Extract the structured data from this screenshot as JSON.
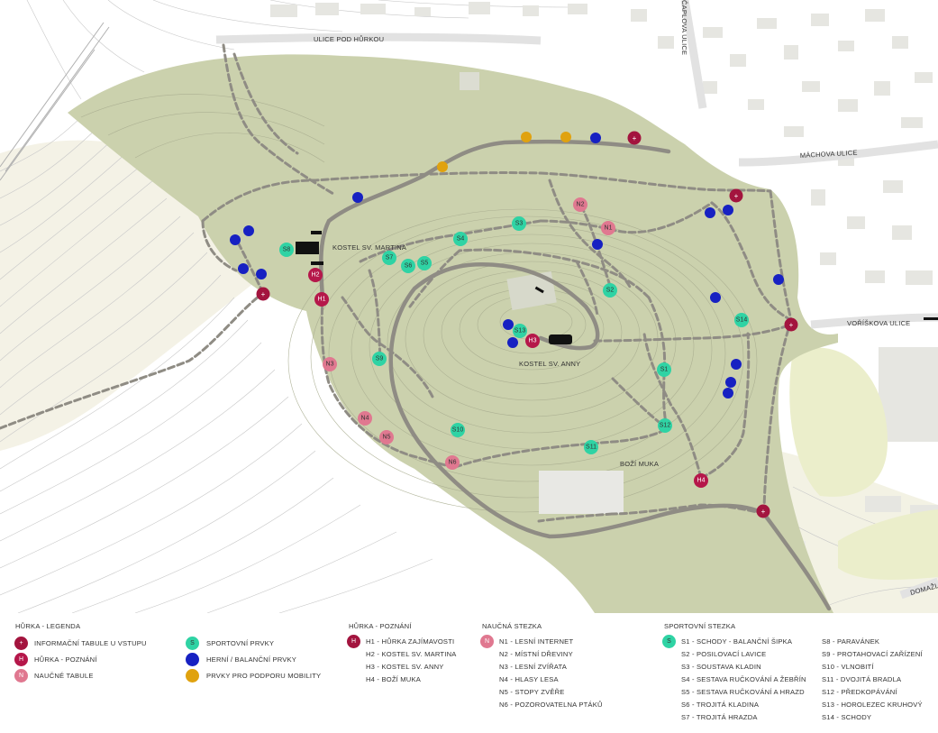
{
  "map": {
    "street_labels": {
      "ulice_pod_hurkou": "ULICE POD HŮRKOU",
      "aplova": "ČAPLOVA ULICE",
      "machova": "MÁCHOVA ULICE",
      "voriskova": "VOŘÍŠKOVA ULICE",
      "domazlicka": "DOMAŽL"
    },
    "place_labels": {
      "kostel_martina": "KOSTEL SV. MARTINA",
      "kostel_anny": "KOSTEL SV. ANNY",
      "bozi_muka": "BOŽÍ MUKA"
    },
    "colors": {
      "info": "#a3143e",
      "hurka": "#b5174a",
      "naucne": "#e07890",
      "sport": "#2fd3a4",
      "herni": "#1721c2",
      "mobility": "#e0a20f",
      "park": "#cbd1ad",
      "path": "#8f8c84"
    },
    "markers": {
      "hurka": [
        "H1",
        "H2",
        "H3",
        "H4"
      ],
      "naucne": [
        "N1",
        "N2",
        "N3",
        "N4",
        "N5",
        "N6"
      ],
      "sport": [
        "S1",
        "S2",
        "S3",
        "S4",
        "S5",
        "S6",
        "S7",
        "S8",
        "S9",
        "S10",
        "S11",
        "S12",
        "S13",
        "S14"
      ]
    }
  },
  "legend": {
    "hurka_legend": {
      "title": "HŮRKA - LEGENDA",
      "items": [
        "INFORMAČNÍ TABULE U VSTUPU",
        "HŮRKA - POZNÁNÍ",
        "NAUČNÉ TABULE"
      ],
      "marker_letters": [
        "H",
        "N"
      ]
    },
    "prvky": {
      "items": [
        "SPORTOVNÍ PRVKY",
        "HERNÍ / BALANČNÍ PRVKY",
        "PRVKY PRO PODPORU MOBILITY"
      ],
      "marker_letter": "S"
    },
    "hurka_poznani": {
      "title": "HŮRKA - POZNÁNÍ",
      "marker_letter": "H",
      "items": [
        "H1 - HŮRKA ZAJÍMAVOSTI",
        "H2 - KOSTEL SV. MARTINA",
        "H3 - KOSTEL SV. ANNY",
        "H4 - BOŽÍ MUKA"
      ]
    },
    "naucna_stezka": {
      "title": "NAUČNÁ STEZKA",
      "marker_letter": "N",
      "items": [
        "N1 - LESNÍ INTERNET",
        "N2 - MÍSTNÍ DŘEVINY",
        "N3 - LESNÍ ZVÍŘATA",
        "N4 - HLASY LESA",
        "N5 - STOPY ZVĚŘE",
        "N6 - POZOROVATELNA  PTÁKŮ"
      ]
    },
    "sportovni_stezka": {
      "title": "SPORTOVNÍ STEZKA",
      "marker_letter": "S",
      "col1": [
        "S1 - SCHODY - BALANČNÍ ŠIPKA",
        "S2 - POSILOVACÍ LAVICE",
        "S3 - SOUSTAVA KLADIN",
        "S4 - SESTAVA RUČKOVÁNÍ A ŽEBŘÍN",
        "S5 - SESTAVA RUČKOVÁNÍ A HRAZD",
        "S6 - TROJITÁ KLADINA",
        "S7 - TROJITÁ HRAZDA"
      ],
      "col2": [
        "S8 - PARAVÁNEK",
        "S9 - PROTAHOVACÍ ZAŘÍZENÍ",
        "S10 - VLNOBITÍ",
        "S11 - DVOJITÁ BRADLA",
        "S12 - PŘEDKOPÁVÁNÍ",
        "S13 - HOROLEZEC KRUHOVÝ",
        "S14 - SCHODY"
      ]
    }
  }
}
